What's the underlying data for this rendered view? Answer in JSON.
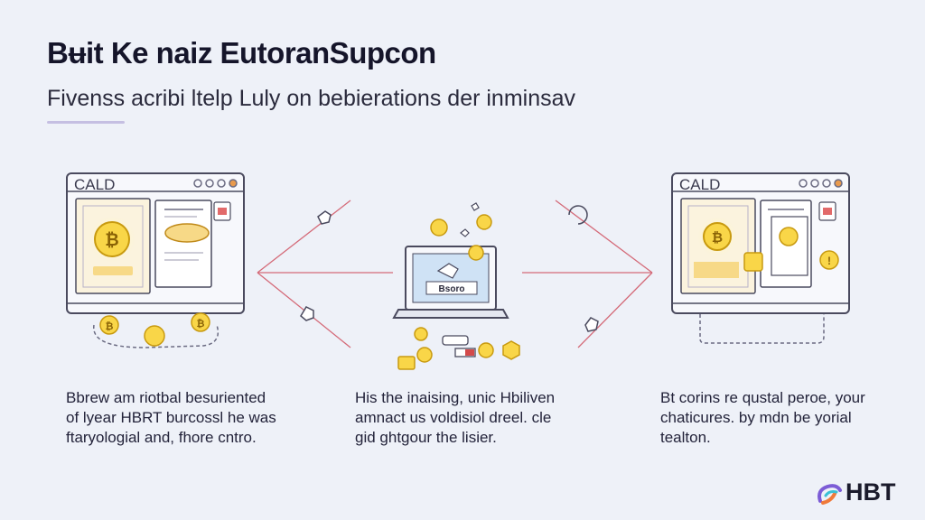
{
  "header": {
    "title": "Bʉit Ke naiz EutoranSupcon",
    "subtitle": "Fivenss acribi ltelp Luly on bebierations der inminsav"
  },
  "windows": {
    "left": {
      "label": "CALD"
    },
    "right": {
      "label": "CALD"
    }
  },
  "captions": {
    "left": [
      "Bbrew am riotbal besuriented",
      "of lyear HBRT burcossl he was",
      "ftaryologial and, fhore cntro."
    ],
    "center": [
      "His the inaising, unic Hbiliven",
      "amnact us voldisiol dreel. cle",
      "gid ghtgour the lisier."
    ],
    "right": [
      "Bt corins re qustal peroe, your",
      "chaticures. by mdn be yorial",
      "tealton."
    ]
  },
  "laptop": {
    "screen_label": "Bsoro"
  },
  "brand": {
    "logo_text": "HBT"
  },
  "colors": {
    "background": "#eef1f8",
    "outline": "#4a4a5e",
    "coin_gold": "#f5c518",
    "connector_red": "#d46a78",
    "accent_purple": "#c5bfe2"
  }
}
